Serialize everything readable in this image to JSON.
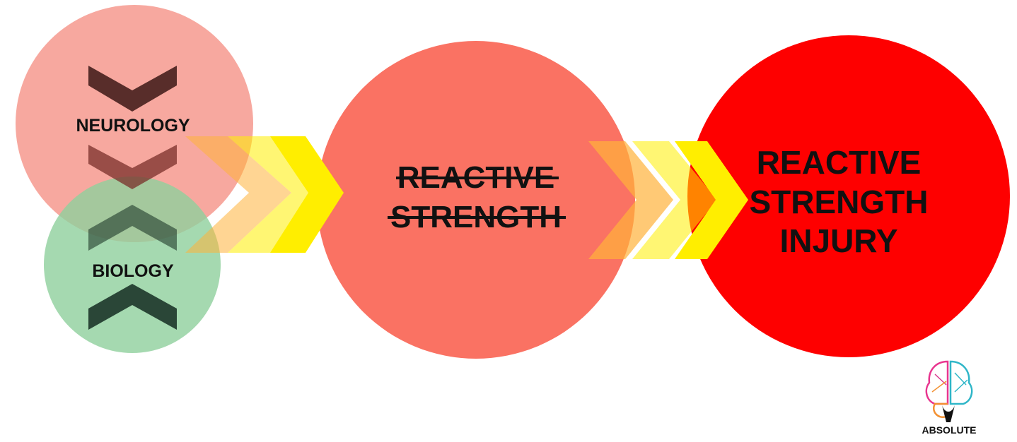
{
  "nodes": {
    "neurology": {
      "label": "NEUROLOGY"
    },
    "biology": {
      "label": "BIOLOGY"
    },
    "reactive_strength": {
      "line1": "REACTIVE",
      "line2": "STRENGTH",
      "struck_through": true
    },
    "reactive_strength_injury": {
      "line1": "REACTIVE",
      "line2": "STRENGTH",
      "line3": "INJURY"
    }
  },
  "logo": {
    "text": "ABSOLUTE"
  },
  "colors": {
    "neurology_circle": "#f7a39a",
    "biology_circle": "#9fd3a8",
    "reactive_strength_circle": "#fa7263",
    "injury_circle": "#fe0000",
    "chevron_yellow": "#ffee00",
    "chevron_orange": "#ffb23a",
    "neuro_chevron": "#4a2320",
    "biology_chevron": "#20382a"
  }
}
